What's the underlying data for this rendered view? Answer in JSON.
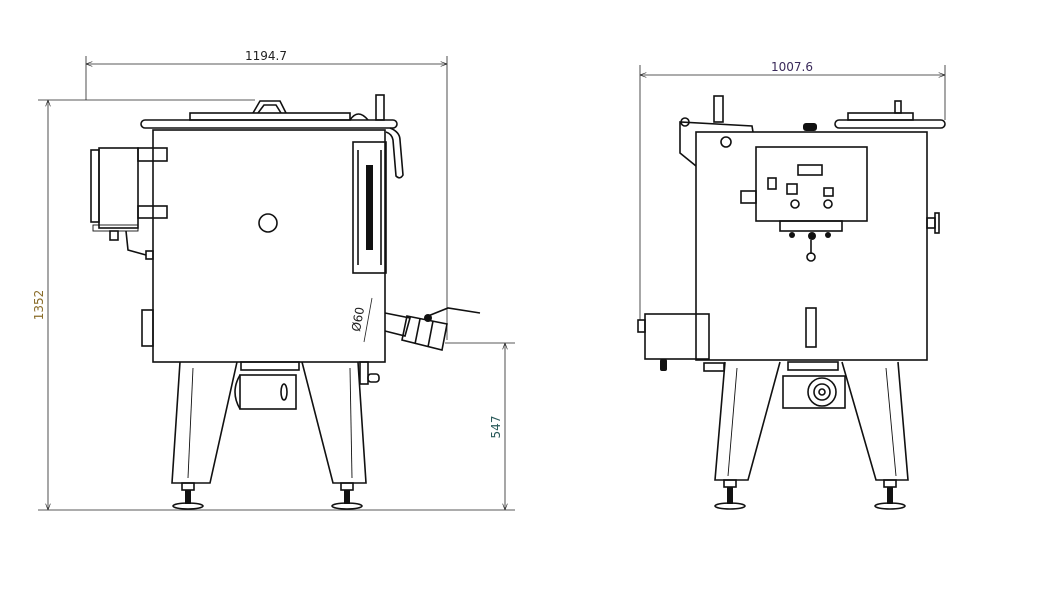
{
  "drawing": {
    "front_view": {
      "dimensions": {
        "overall_width": "1194.7",
        "overall_height": "1352",
        "outlet_height": "547",
        "outlet_diameter": "Ø60"
      }
    },
    "side_view": {
      "dimensions": {
        "overall_depth": "1007.6"
      }
    }
  },
  "colors": {
    "line": "#111111",
    "width_dim_text": "#222222",
    "height_dim_text": "#8a6d2a",
    "outlet_height_text": "#2a5a5a",
    "depth_dim_text": "#3a2a5a"
  }
}
